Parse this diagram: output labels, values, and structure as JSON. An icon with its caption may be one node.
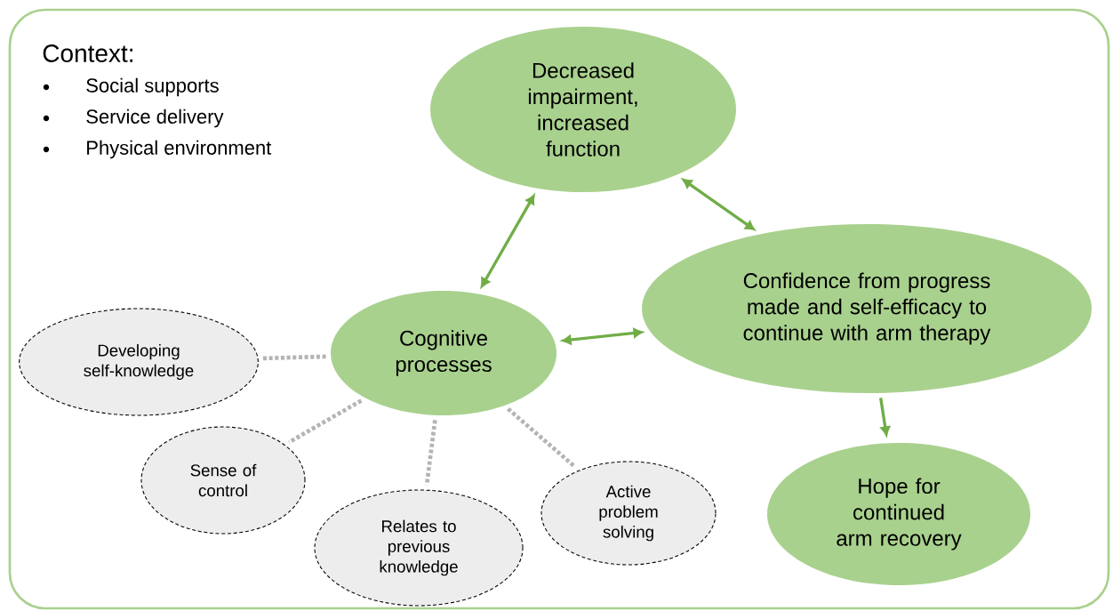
{
  "diagram": {
    "nodes": [
      {
        "text": [
          "Decreased impairment, increased function"
        ]
      },
      {
        "text": [
          "Confidence from progress made and self-efficacy to continue with arm therapy"
        ]
      },
      {
        "text": [
          "Cognitive processes"
        ]
      },
      {
        "text": [
          "Hope for continued arm recovery"
        ]
      },
      {
        "text": [
          "Developing self-knowledge"
        ]
      },
      {
        "text": [
          "Sense of control"
        ]
      },
      {
        "text": [
          "Relates to previous knowledge"
        ]
      },
      {
        "text": [
          "Active problem solving"
        ]
      }
    ],
    "edges": [
      {
        "from": 2,
        "to": 0,
        "arrow": "both"
      },
      {
        "from": 0,
        "to": 1,
        "arrow": "both"
      },
      {
        "from": 2,
        "to": 1,
        "arrow": "both"
      },
      {
        "from": 1,
        "to": 3,
        "arrow": "to"
      },
      {
        "from": 2,
        "to": 4,
        "arrow": "none",
        "style": "dashed",
        "color": "#b4b4b4"
      },
      {
        "from": 2,
        "to": 5,
        "arrow": "none",
        "style": "dashed",
        "color": "#b4b4b4"
      },
      {
        "from": 2,
        "to": 6,
        "arrow": "none",
        "style": "dashed",
        "color": "#b4b4b4"
      },
      {
        "from": 2,
        "to": 7,
        "arrow": "none",
        "style": "dashed",
        "color": "#b4b4b4"
      }
    ],
    "labels": [
      "Context:",
      "Social supports",
      "Service delivery",
      "Physical environment"
    ]
  }
}
